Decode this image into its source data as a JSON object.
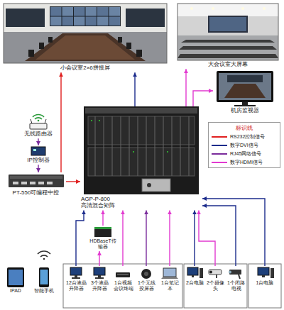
{
  "diagram": {
    "nodes": [
      {
        "text": [
          "小会议室2×6拼接屏"
        ]
      },
      {
        "text": [
          "大会议室大屏幕"
        ]
      },
      {
        "text": [
          "机房监视器"
        ]
      },
      {
        "text": [
          "无线路由器"
        ]
      },
      {
        "text": [
          "IP控制器"
        ]
      },
      {
        "text": [
          "PT-550可编程中控"
        ]
      },
      {
        "text": [
          "AGP-P-800",
          "高清混合矩阵"
        ]
      },
      {
        "text": [
          "HDBaseT传输器"
        ]
      },
      {
        "text": [
          "IPAD"
        ]
      },
      {
        "text": [
          "智能手机"
        ]
      },
      {
        "text": [
          "12台液晶升降器"
        ]
      },
      {
        "text": [
          "3个液晶升降器"
        ]
      },
      {
        "text": [
          "1台视频会议终端"
        ]
      },
      {
        "text": [
          "1个无线投屏器"
        ]
      },
      {
        "text": [
          "1台笔记本"
        ]
      },
      {
        "text": [
          "2台电脑"
        ]
      },
      {
        "text": [
          "2个摄像头"
        ]
      },
      {
        "text": [
          "1个闭路电视"
        ]
      },
      {
        "text": [
          "1台电脑"
        ]
      }
    ],
    "edges": [
      {
        "from": 6,
        "to": 0,
        "arrow": "to"
      },
      {
        "from": 5,
        "to": 0,
        "arrow": "to"
      },
      {
        "from": 6,
        "to": 1,
        "arrow": "to"
      },
      {
        "from": 6,
        "to": 2,
        "arrow": "to"
      },
      {
        "from": 3,
        "to": 4,
        "arrow": "to"
      },
      {
        "from": 4,
        "to": 5,
        "arrow": "to"
      },
      {
        "from": 5,
        "to": 6,
        "arrow": "to"
      },
      {
        "from": 10,
        "to": 6,
        "arrow": "to"
      },
      {
        "from": 11,
        "to": 7,
        "arrow": "to"
      },
      {
        "from": 7,
        "to": 6,
        "arrow": "to"
      },
      {
        "from": 12,
        "to": 6,
        "arrow": "to"
      },
      {
        "from": 13,
        "to": 6,
        "arrow": "to"
      },
      {
        "from": 14,
        "to": 6,
        "arrow": "to"
      },
      {
        "from": 15,
        "to": 6,
        "arrow": "to"
      },
      {
        "from": 16,
        "to": 6,
        "arrow": "to"
      },
      {
        "from": 17,
        "to": 6,
        "arrow": "to"
      },
      {
        "from": 18,
        "to": 6,
        "arrow": "to"
      }
    ],
    "labels": [
      "标识线"
    ],
    "legend": [
      {
        "text": "RS232控制信号",
        "color": "#e02020"
      },
      {
        "text": "数字DVI信号",
        "color": "#1c2c8c"
      },
      {
        "text": "RJ45网络信号",
        "color": "#7a2c9c"
      },
      {
        "text": "数字HDMI信号",
        "color": "#e23ad0"
      }
    ]
  }
}
